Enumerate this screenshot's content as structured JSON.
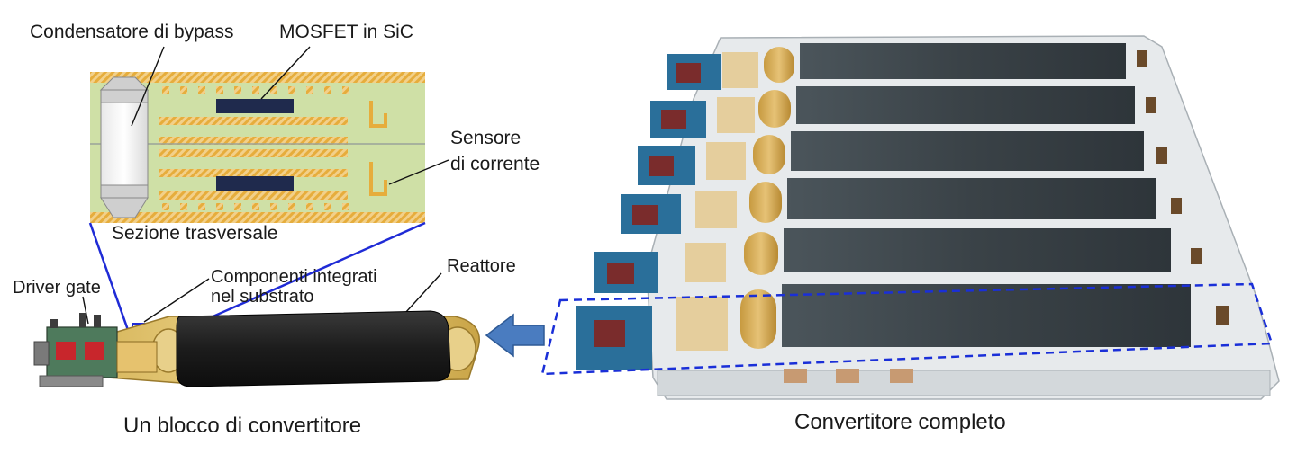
{
  "cross_section": {
    "title": "Sezione trasversale",
    "labels": {
      "bypass_capacitor": "Condensatore di bypass",
      "sic_mosfet": "MOSFET in SiC",
      "current_sensor_line1": "Sensore",
      "current_sensor_line2": "di corrente"
    }
  },
  "block": {
    "labels": {
      "gate_driver": "Driver gate",
      "embedded_components_line1": "Componenti integrati",
      "embedded_components_line2": "nel substrato",
      "reactor": "Reattore"
    },
    "caption": "Un blocco di convertitore"
  },
  "full_converter": {
    "caption": "Convertitore completo"
  },
  "colors": {
    "substrate_green": "#cfe0a6",
    "copper_hatch": "#e6ad3c",
    "mosfet_navy": "#1f2a4d",
    "outline_blue": "#1f2bd6",
    "dashed_blue": "#1a2fd8",
    "arrow_blue": "#4a7cc0",
    "reactor_black": "#1c1c1c",
    "heatsink_dark": "#3a4247"
  }
}
